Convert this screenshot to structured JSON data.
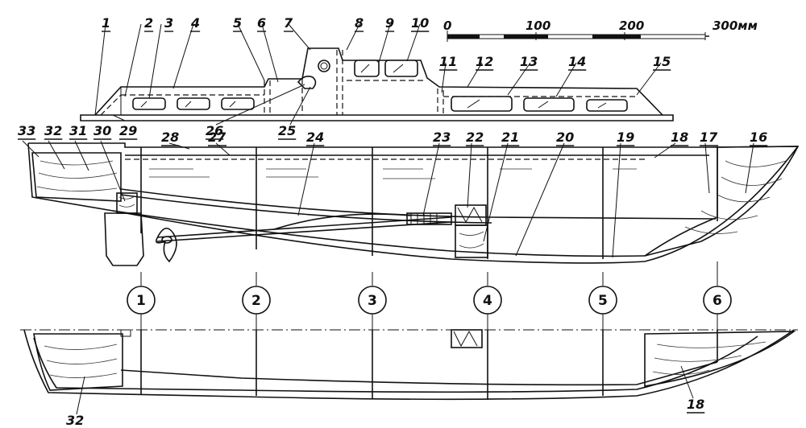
{
  "scale": {
    "ticks": [
      "0",
      "100",
      "200",
      "300мм"
    ]
  },
  "part_numbers": [
    "1",
    "2",
    "3",
    "4",
    "5",
    "6",
    "7",
    "8",
    "9",
    "10",
    "11",
    "12",
    "13",
    "14",
    "15",
    "16",
    "17",
    "18",
    "19",
    "20",
    "21",
    "22",
    "23",
    "24",
    "25",
    "26",
    "27",
    "28",
    "29",
    "30",
    "31",
    "32",
    "33"
  ],
  "plan_labels": [
    "32",
    "18"
  ],
  "stations": [
    "1",
    "2",
    "3",
    "4",
    "5",
    "6"
  ]
}
